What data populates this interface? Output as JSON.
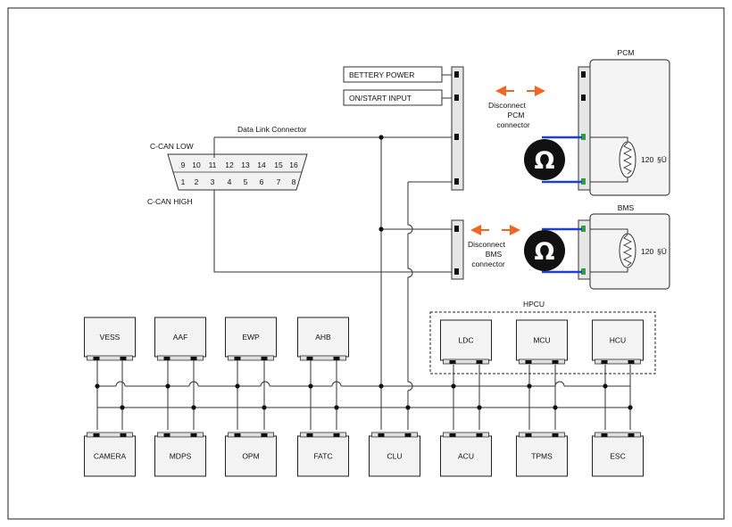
{
  "inputs": {
    "battery": "BETTERY POWER",
    "onstart": "ON/START INPUT"
  },
  "dlc": {
    "title": "Data Link Connector",
    "can_low": "C-CAN LOW",
    "can_high": "C-CAN HIGH",
    "top_pins": [
      "9",
      "10",
      "11",
      "12",
      "13",
      "14",
      "15",
      "16"
    ],
    "bottom_pins": [
      "1",
      "2",
      "3",
      "4",
      "5",
      "6",
      "7",
      "8"
    ]
  },
  "pcm": {
    "title": "PCM",
    "note_lines": [
      "Disconnect",
      "PCM",
      "connector"
    ],
    "resistor": "120",
    "unit": "§Ü"
  },
  "bms": {
    "title": "BMS",
    "note_lines": [
      "Disconnect",
      "BMS",
      "connector"
    ],
    "resistor": "120",
    "unit": "§Ü"
  },
  "ohm_symbol": "Ω",
  "hpcu": {
    "title": "HPCU"
  },
  "top_modules": [
    "VESS",
    "AAF",
    "EWP",
    "AHB"
  ],
  "hpcu_modules": [
    "LDC",
    "MCU",
    "HCU"
  ],
  "bottom_modules": [
    "CAMERA",
    "MDPS",
    "OPM",
    "FATC",
    "CLU",
    "ACU",
    "TPMS",
    "ESC"
  ],
  "colors": {
    "arrow": "#f26522",
    "meter_wire": "#1d3fd6",
    "meter": "#111111",
    "terminal": "#2e9e3e"
  }
}
